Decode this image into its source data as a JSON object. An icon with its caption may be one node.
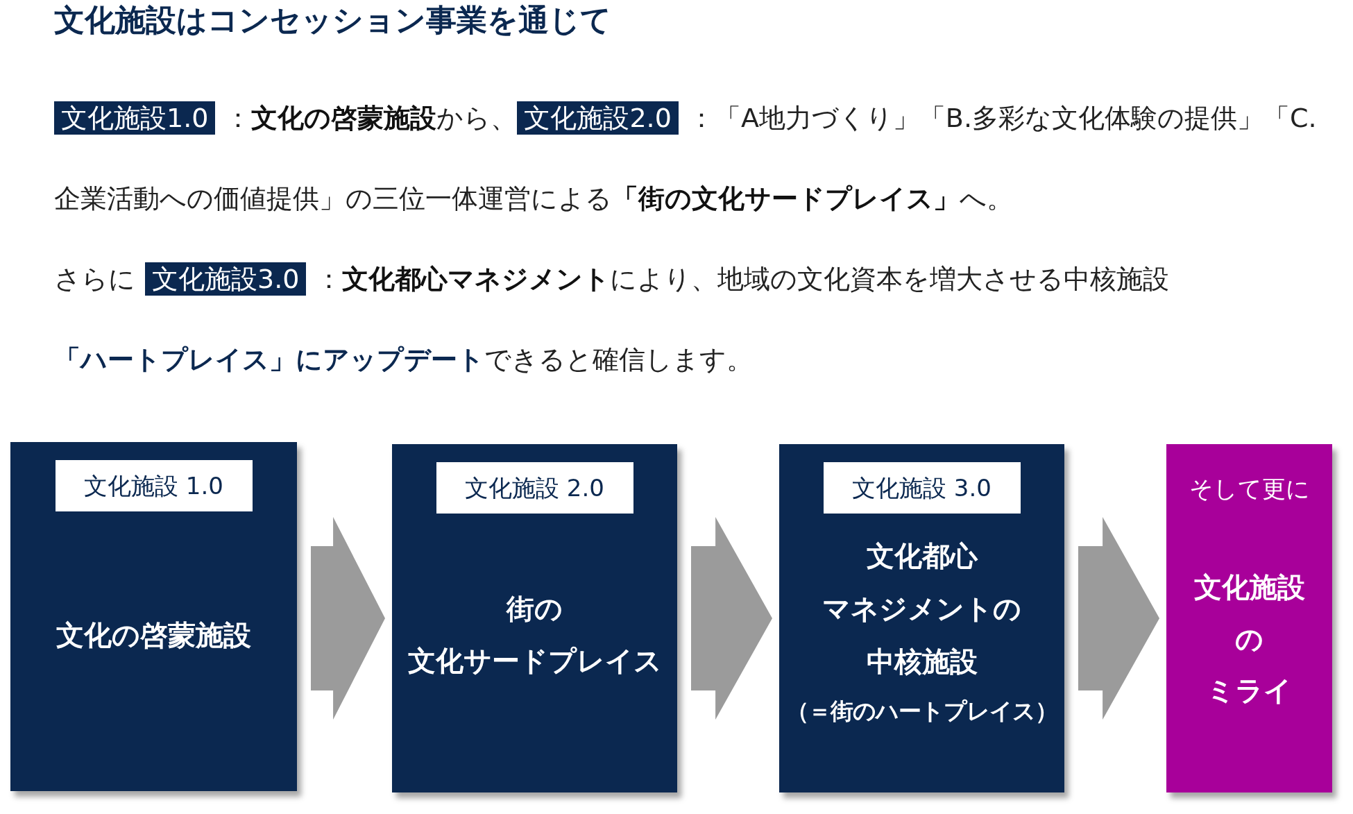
{
  "diagram": {
    "title": "文化施設はコンセッション事業を通じて",
    "nodes": [
      {
        "text": [
          "文化施設 1.0",
          "文化の啓蒙施設"
        ]
      },
      {
        "text": [
          "文化施設 2.0",
          "街の",
          "文化サードプレイス"
        ]
      },
      {
        "text": [
          "文化施設 3.0",
          "文化都心",
          "マネジメントの",
          "中核施設",
          "（＝街のハートプレイス）"
        ]
      },
      {
        "text": [
          "そして更に",
          "文化施設",
          "の",
          "ミライ"
        ]
      }
    ],
    "edges": [
      {
        "from": 0,
        "to": 1,
        "arrow": "to"
      },
      {
        "from": 1,
        "to": 2,
        "arrow": "to"
      },
      {
        "from": 2,
        "to": 3,
        "arrow": "to"
      }
    ],
    "labels": [
      "文化施設1.0",
      "：**文化の啓蒙施設**から、",
      "文化施設2.0",
      "：「A地力づくり」「B.多彩な文化体験の提供」「C.企業活動への価値提供」の三位一体運営による**「街の文化サードプレイス」**へ。",
      "さらに",
      "文化施設3.0",
      "：**文化都心マネジメント**により、地域の文化資本を増大させる中核施設",
      "**「ハートプレイス」にアップデート**できると確信します。"
    ]
  }
}
